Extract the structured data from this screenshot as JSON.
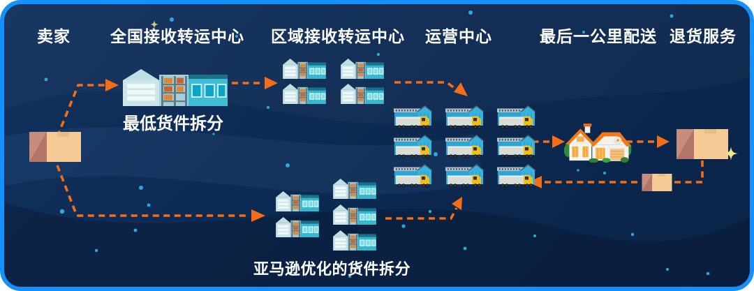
{
  "stages": [
    {
      "id": "seller",
      "label": "卖家"
    },
    {
      "id": "national-receiving-transfer-center",
      "label": "全国接收转运中心"
    },
    {
      "id": "regional-receiving-transfer-center",
      "label": "区域接收转运中心"
    },
    {
      "id": "operations-center",
      "label": "运营中心"
    },
    {
      "id": "last-mile-delivery",
      "label": "最后一公里配送"
    },
    {
      "id": "returns-service",
      "label": "退货服务"
    }
  ],
  "captions": {
    "minimal_split": "最低货件拆分",
    "optimized_split": "亚马逊优化的货件拆分"
  },
  "icons": {
    "seller_package": "cardboard-box-icon",
    "national_center": "large-warehouse-icon",
    "regional_center": "small-warehouse-icon",
    "operations_unit": "warehouse-with-truck-icon",
    "delivery_home": "house-icon",
    "delivered_package": "cardboard-box-icon",
    "return_package": "small-cardboard-box-icon",
    "sparkle": "sparkle-star-icon"
  },
  "counts": {
    "regional_top_warehouses": 4,
    "regional_bottom_warehouses": 5,
    "operations_units": 9
  },
  "flow": {
    "top_path": "seller → national center → regional centers → operations center",
    "bottom_path": "seller → optimized regional split → operations center",
    "delivery_path": "operations center → last mile home → delivered box",
    "return_path": "delivered box → return box → operations center"
  },
  "colors": {
    "frame_border": "#1490FF",
    "background_navy": "#0D2A52",
    "arrow_orange": "#F56E17",
    "text_white": "#FFFFFF",
    "warehouse_teal": "#3FBDD5",
    "truck_cab_yellow": "#F2BE1C",
    "house_roof_orange": "#F07818",
    "box_tan": "#F6C995",
    "star_dot_cyan": "#2BA9D9"
  }
}
